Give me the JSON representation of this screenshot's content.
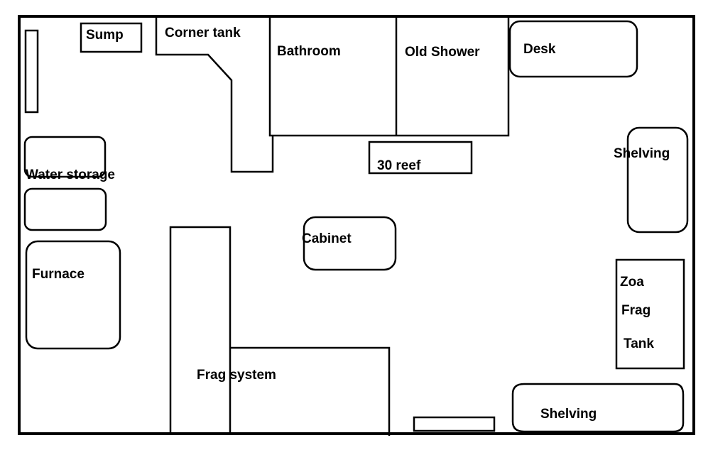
{
  "labels": {
    "sump": "Sump",
    "corner_tank": "Corner tank",
    "bathroom": "Bathroom",
    "old_shower": "Old Shower",
    "desk": "Desk",
    "water_storage": "Water storage",
    "reef_30": "30 reef",
    "shelving_right": "Shelving",
    "cabinet": "Cabinet",
    "furnace": "Furnace",
    "zoa_frag_tank": [
      "Zoa",
      "Frag",
      "Tank"
    ],
    "frag_system": "Frag system",
    "shelving_bottom": "Shelving"
  },
  "colors": {
    "line": "#000000",
    "background": "#ffffff"
  }
}
